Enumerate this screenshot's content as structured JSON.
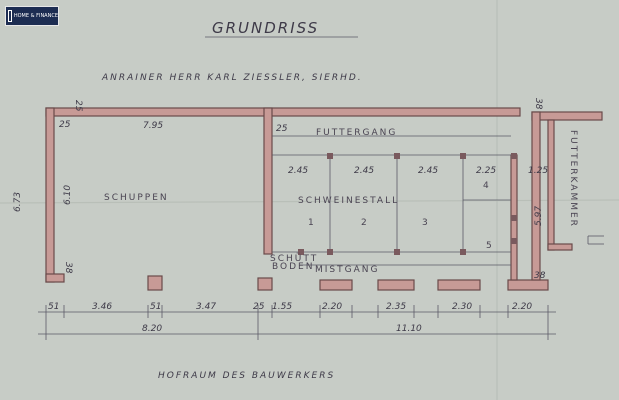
{
  "logo": {
    "text": "HOME & FINANCE"
  },
  "plan": {
    "title": "GRUNDRISS",
    "neighbor": "ANRAINER HERR KARL ZIESSLER, SIERHD.",
    "yard": "HOFRAUM DES BAUWERKERS",
    "rooms": {
      "schuppen": "SCHUPPEN",
      "futtergang": "FUTTERGANG",
      "schweinestall": "SCHWEINESTALL",
      "futterkammer": "FUTTERKAMMER",
      "mistgang": "MISTGANG",
      "schuettboden_1": "SCHÜTT",
      "schuettboden_2": "BODEN",
      "pens": [
        "1",
        "2",
        "3",
        "4",
        "5"
      ]
    },
    "dims": {
      "top_schuppen": "7.95",
      "left_height": "6.73",
      "inner_height": "6.10",
      "corner_tl": "25",
      "corner_tl2": "25",
      "corner_mid": "25",
      "bottom_left_small": "38",
      "bottom_right_small": "38",
      "right_top": "38",
      "bay_1": "2.45",
      "bay_2": "2.45",
      "bay_3": "2.45",
      "bay_4": "2.25",
      "right_small": "1.25",
      "right_depth": "5.97",
      "b_51a": "51",
      "b_346": "3.46",
      "b_51b": "51",
      "b_347": "3.47",
      "b_25": "25",
      "b_155": "1.55",
      "b_220a": "2.20",
      "b_235": "2.35",
      "b_230": "2.30",
      "b_220b": "2.20",
      "total_left": "8.20",
      "total_right": "11.10"
    }
  }
}
